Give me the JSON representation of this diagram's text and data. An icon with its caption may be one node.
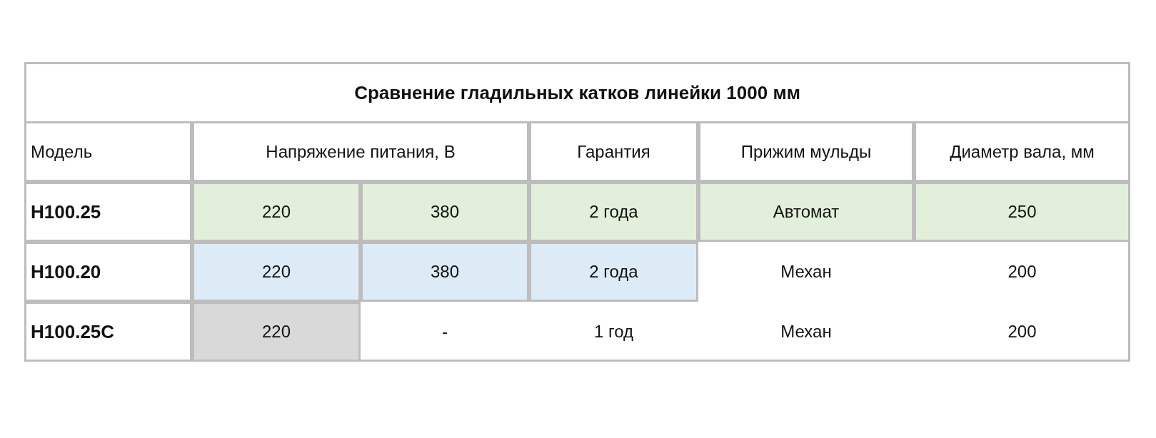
{
  "diagram": {
    "title": "Сравнение гладильных катков линейки 1000 мм",
    "labels": [
      "Модель",
      "Напряжение питания, В",
      "Гарантия",
      "Прижим мульды",
      "Диаметр вала, мм",
      "H100.25",
      "220",
      "380",
      "2 года",
      "Автомат",
      "250",
      "H100.20",
      "220",
      "380",
      "2 года",
      "Механ",
      "200",
      "H100.25C",
      "220",
      "-",
      "1 год",
      "Механ",
      "200"
    ]
  }
}
